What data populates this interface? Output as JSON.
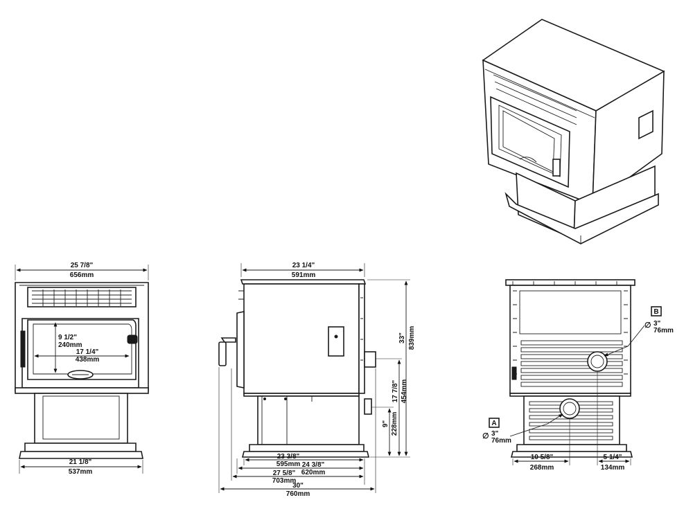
{
  "front": {
    "width_in": "25 7/8\"",
    "width_mm": "656mm",
    "glass_h_in": "9 1/2\"",
    "glass_h_mm": "240mm",
    "glass_w_in": "17 1/4\"",
    "glass_w_mm": "438mm",
    "base_w_in": "21 1/8\"",
    "base_w_mm": "537mm"
  },
  "side": {
    "depth_in": "23 1/4\"",
    "depth_mm": "591mm",
    "height_in": "33\"",
    "height_mm": "839mm",
    "exhaust_h_in": "17 7/8\"",
    "exhaust_h_mm": "454mm",
    "intake_h_in": "9\"",
    "intake_h_mm": "228mm",
    "d1_in": "23 3/8\"",
    "d1_mm": "595mm",
    "d2_in": "24 3/8\"",
    "d2_mm": "620mm",
    "d3_in": "27 5/8\"",
    "d3_mm": "703mm",
    "d4_in": "30\"",
    "d4_mm": "760mm"
  },
  "rear": {
    "label_a": "A",
    "label_b": "B",
    "dia_symbol": "∅",
    "dia_a_in": "3\"",
    "dia_a_mm": "76mm",
    "dia_b_in": "3\"",
    "dia_b_mm": "76mm",
    "offset_left_in": "10 5/8\"",
    "offset_left_mm": "268mm",
    "offset_right_in": "5 1/4\"",
    "offset_right_mm": "134mm"
  }
}
